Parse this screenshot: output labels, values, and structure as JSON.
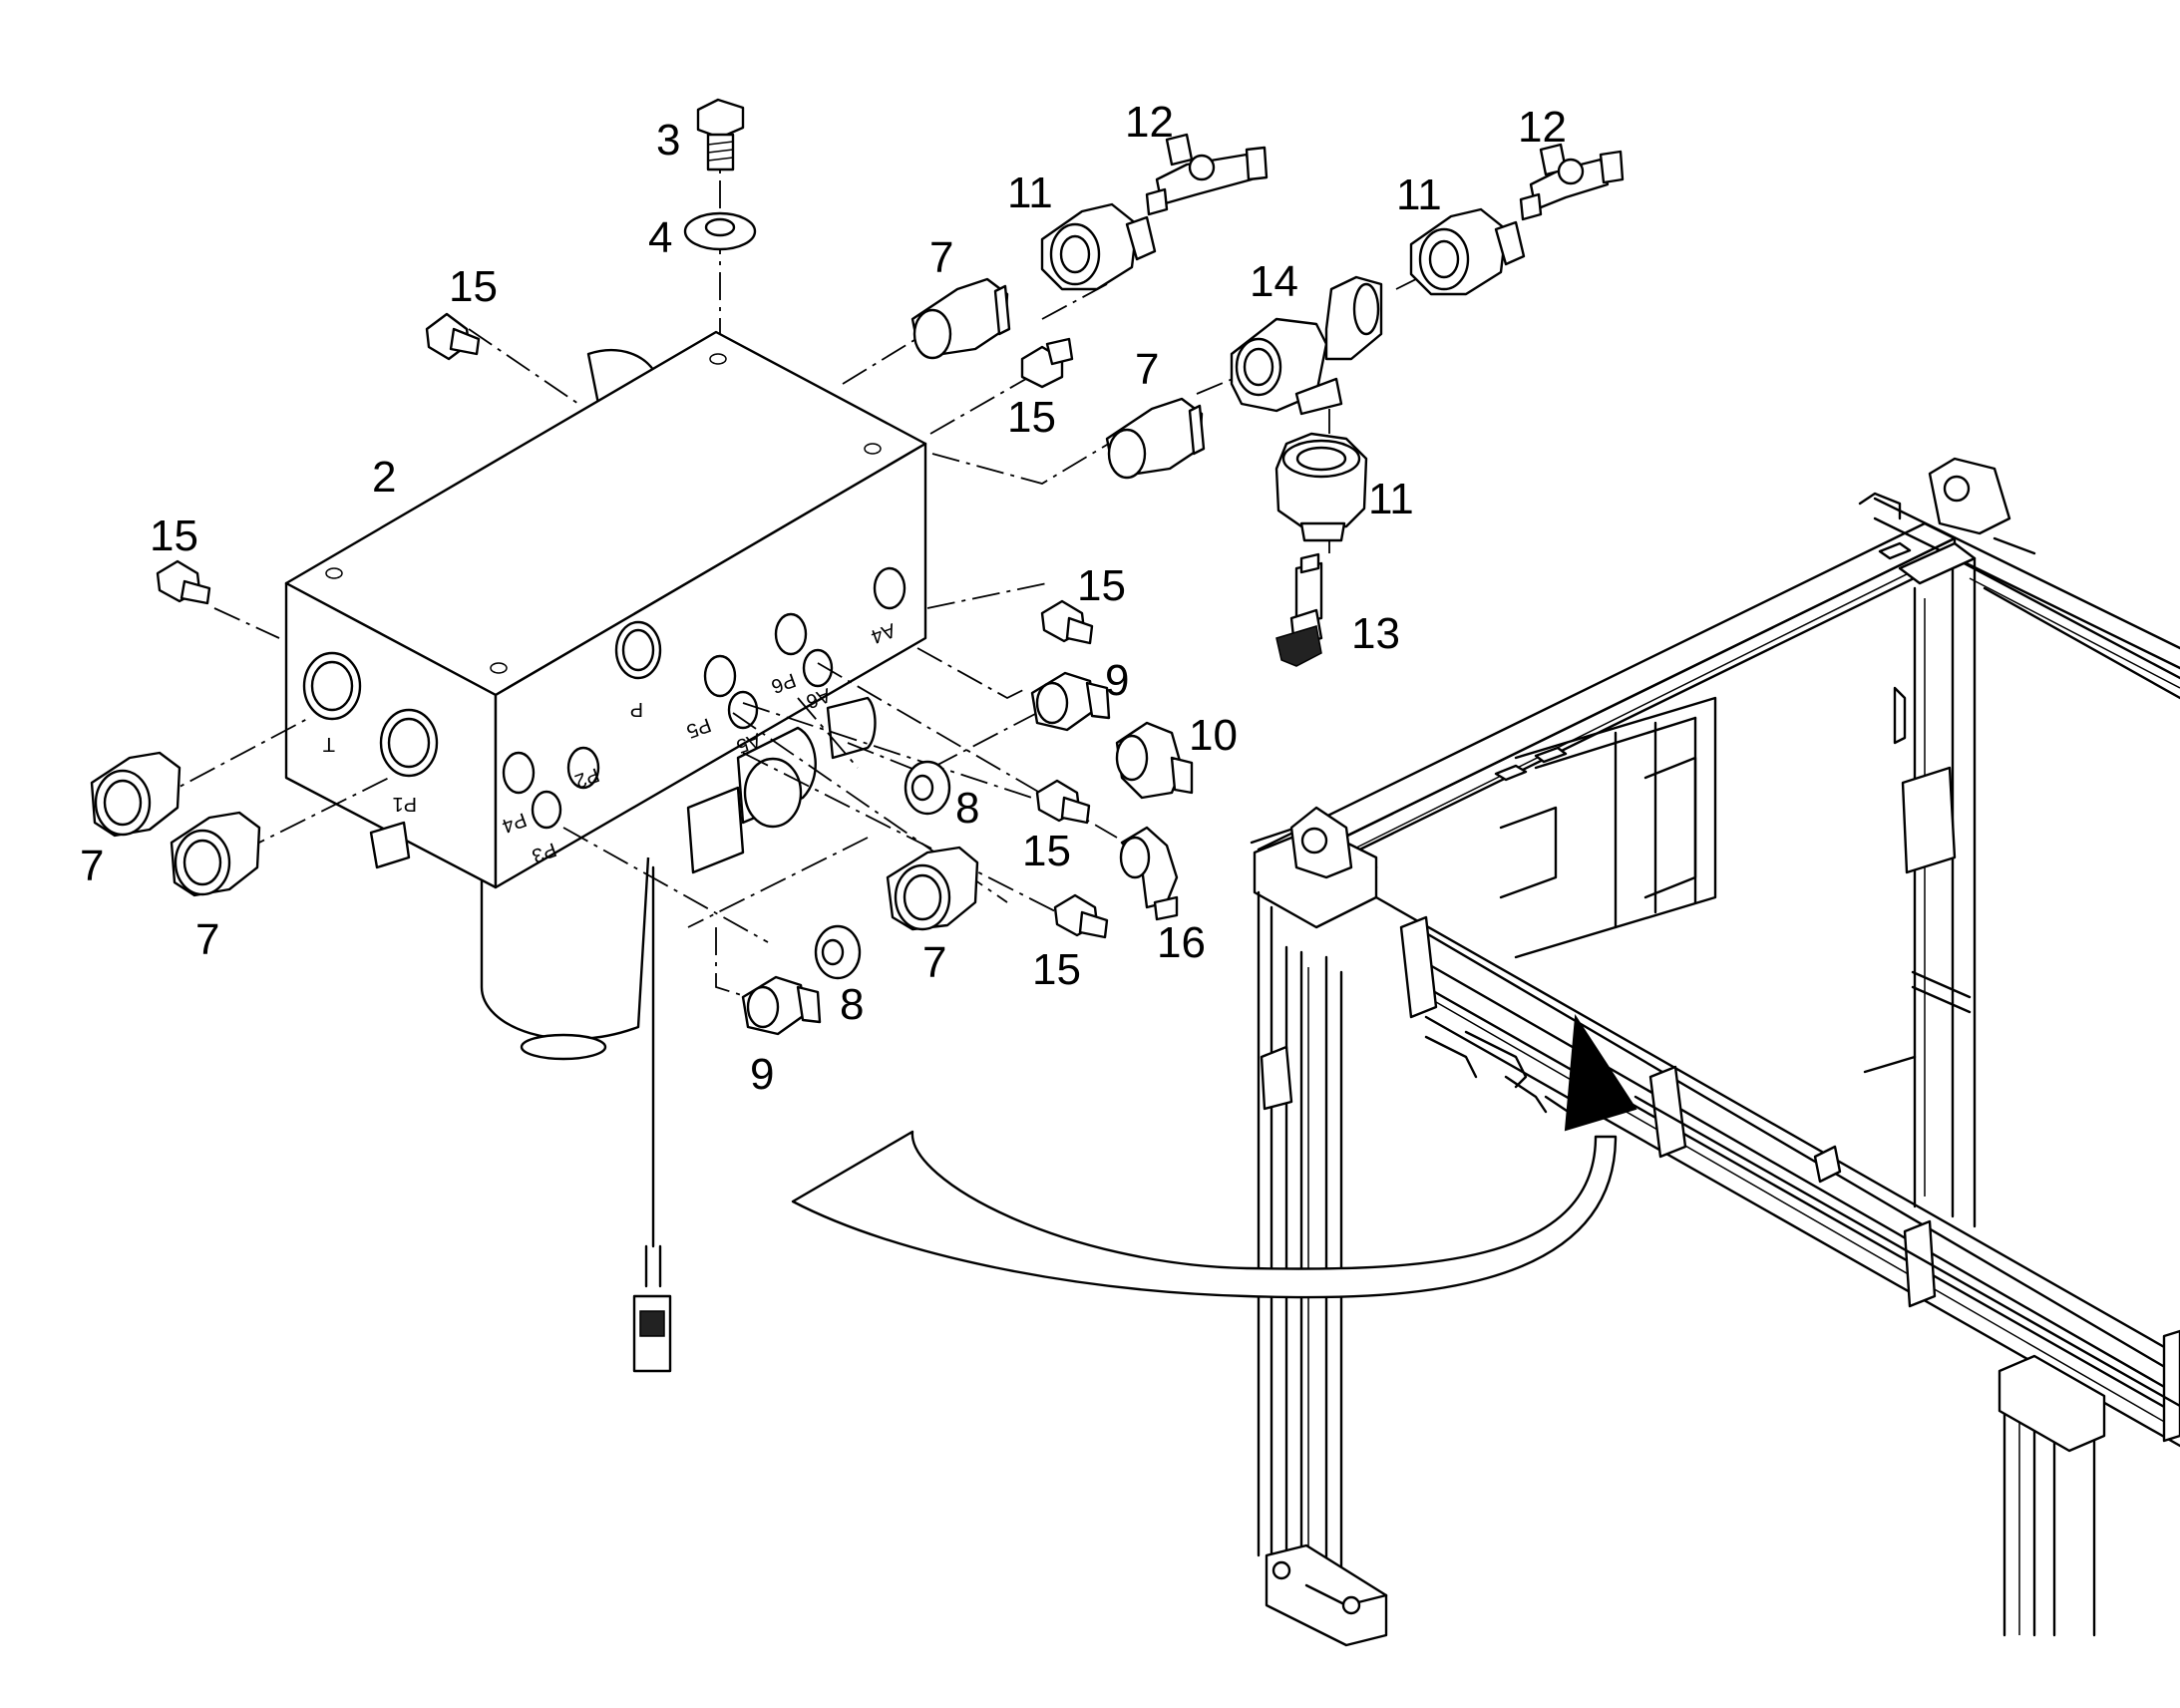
{
  "callouts": [
    {
      "id": "c3",
      "text": "3"
    },
    {
      "id": "c4",
      "text": "4"
    },
    {
      "id": "c15a",
      "text": "15"
    },
    {
      "id": "c2",
      "text": "2"
    },
    {
      "id": "c15b",
      "text": "15"
    },
    {
      "id": "c12a",
      "text": "12"
    },
    {
      "id": "c11a",
      "text": "11"
    },
    {
      "id": "c7a",
      "text": "7"
    },
    {
      "id": "c15c",
      "text": "15"
    },
    {
      "id": "c12b",
      "text": "12"
    },
    {
      "id": "c11b",
      "text": "11"
    },
    {
      "id": "c14",
      "text": "14"
    },
    {
      "id": "c7b",
      "text": "7"
    },
    {
      "id": "c11c",
      "text": "11"
    },
    {
      "id": "c13",
      "text": "13"
    },
    {
      "id": "c15d",
      "text": "15"
    },
    {
      "id": "c9a",
      "text": "9"
    },
    {
      "id": "c10",
      "text": "10"
    },
    {
      "id": "c8a",
      "text": "8"
    },
    {
      "id": "c15e",
      "text": "15"
    },
    {
      "id": "c16",
      "text": "16"
    },
    {
      "id": "c7c",
      "text": "7"
    },
    {
      "id": "c15f",
      "text": "15"
    },
    {
      "id": "c8b",
      "text": "8"
    },
    {
      "id": "c9b",
      "text": "9"
    },
    {
      "id": "c7d",
      "text": "7"
    },
    {
      "id": "c7e",
      "text": "7"
    }
  ],
  "port_labels": {
    "t": "T",
    "p1": "P1",
    "p": "P",
    "p2": "P2",
    "p3": "P3",
    "p4": "P4",
    "p5": "P5",
    "p6": "P6",
    "a4": "A4",
    "a5": "A5",
    "a6": "A6"
  }
}
